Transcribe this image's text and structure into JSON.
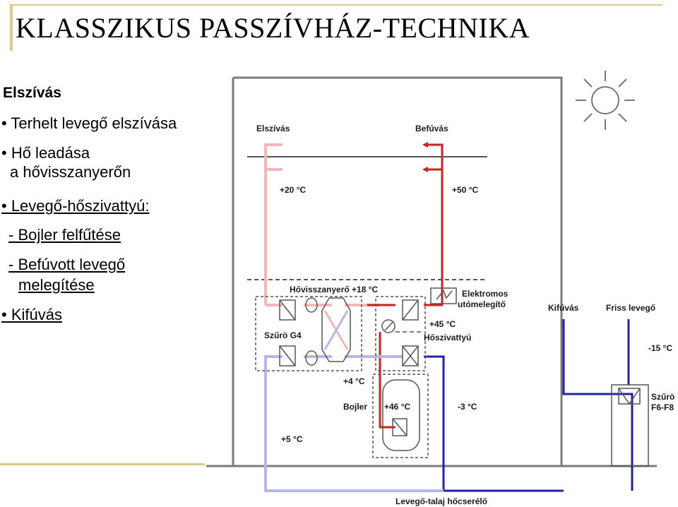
{
  "title": "KLASSZIKUS PASSZÍVHÁZ-TECHNIKA",
  "section_heading": "Elszívás",
  "bullets": [
    "• Terhelt levegő elszívása",
    "• Hő leadása",
    "a hővisszanyerőn",
    "• Levegő-hőszivattyú:",
    "- Bojler felfűtése",
    "- Befúvott levegő",
    "melegítése",
    "• Kifúvás"
  ],
  "diagram": {
    "label_elszivas": "Elszívás",
    "label_befuvas": "Befúvás",
    "temp_20": "+20 °C",
    "temp_50": "+50 °C",
    "label_hovisszanyero": "Hővisszanyerő +18 °C",
    "label_elektromos_1": "Elektromos",
    "label_elektromos_2": "utómelegítő",
    "label_kifuvas": "Kifúvás",
    "label_friss": "Friss levegő",
    "label_szuro_g4": "Szűrö G4",
    "temp_45": "+45 °C",
    "label_hoszivattyu": "Hőszivattyú",
    "temp_m15": "-15 °C",
    "temp_4": "+4 °C",
    "label_bojler": "Bojler",
    "temp_46": "+46 °C",
    "temp_m3": "-3 °C",
    "label_szuro_f_1": "Szűrö",
    "label_szuro_f_2": "F6-F8",
    "temp_5": "+5 °C",
    "label_talaj": "Levegő-talaj hőcserélő"
  }
}
